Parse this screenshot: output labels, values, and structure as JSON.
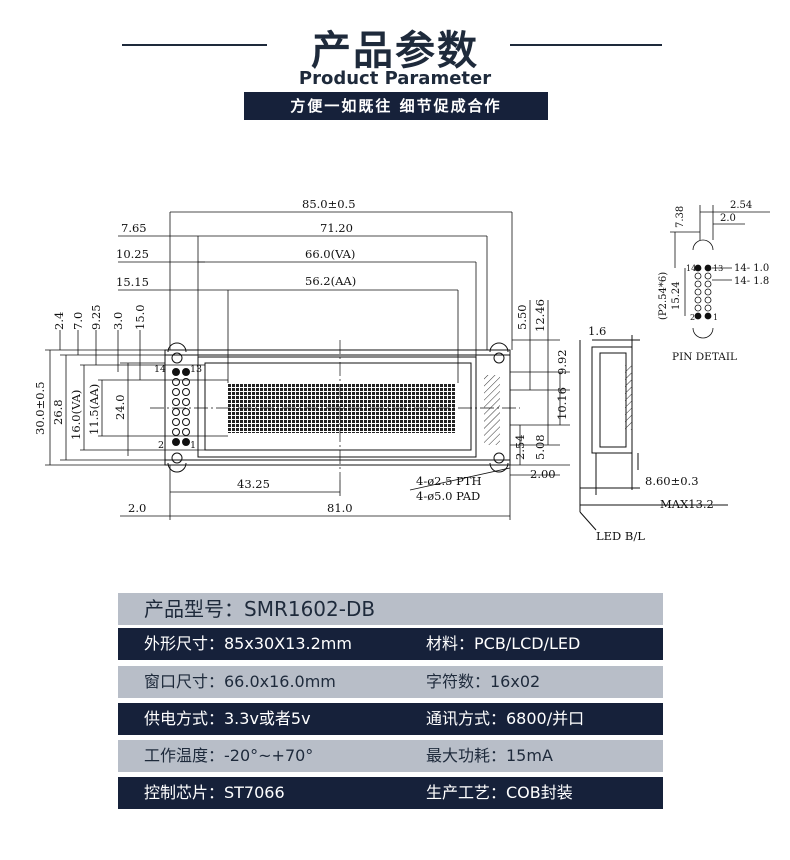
{
  "header": {
    "title": "产品参数",
    "subtitle": "Product Parameter",
    "banner": "方便一如既往  细节促成合作"
  },
  "drawing": {
    "dims": {
      "d_width_total": "85.0±0.5",
      "d_pcb_holes": "71.20",
      "d_va": "66.0(VA)",
      "d_aa": "56.2(AA)",
      "d_7_65": "7.65",
      "d_10_25": "10.25",
      "d_15_15": "15.15",
      "d_2_4": "2.4",
      "d_7_0": "7.0",
      "d_9_25": "9.25",
      "d_3_0": "3.0",
      "d_15_0": "15.0",
      "d_5_50": "5.50",
      "d_12_46": "12.46",
      "d_30": "30.0±0.5",
      "d_26_8": "26.8",
      "d_16va": "16.0(VA)",
      "d_11_5aa": "11.5(AA)",
      "d_24_0": "24.0",
      "d_9_92": "9.92",
      "d_10_16": "10.16",
      "d_5_08": "5.08",
      "d_2_54b": "2.54",
      "d_2_00": "2.00",
      "d_43_25": "43.25",
      "d_2_0": "2.0",
      "d_81_0": "81.0",
      "pth": "4-ø2.5 PTH",
      "pad": "4-ø5.0 PAD",
      "pin14": "14",
      "pin13": "13",
      "pin2": "2",
      "pin1": "1",
      "side_1_6": "1.6",
      "side_8_60": "8.60±0.3",
      "side_max": "MAX13.2",
      "led": "LED B/L",
      "pd_2_54": "2.54",
      "pd_2_0": "2.0",
      "pd_7_38": "7.38",
      "pd_p254": "(P2.54*6)",
      "pd_15_24": "15.24",
      "pd_14_10": "14-  1.0",
      "pd_14_18": "14-  1.8",
      "pd_14": "14",
      "pd_13": "13",
      "pd_2": "2",
      "pd_1": "1",
      "pin_detail": "PIN DETAIL"
    }
  },
  "specs": {
    "model": "产品型号：SMR1602-DB",
    "rows": [
      {
        "a": "外形尺寸：85x30X13.2mm",
        "b": "材料：PCB/LCD/LED"
      },
      {
        "a": "窗口尺寸：66.0x16.0mm",
        "b": "字符数：16x02"
      },
      {
        "a": "供电方式：3.3v或者5v",
        "b": "通讯方式：6800/并口"
      },
      {
        "a": "工作温度：-20°~+70°",
        "b": "最大功耗：15mA"
      },
      {
        "a": "控制芯片：ST7066",
        "b": "生产工艺：COB封装"
      }
    ]
  },
  "colors": {
    "navy": "#16213a",
    "gray": "#b8bec8"
  }
}
